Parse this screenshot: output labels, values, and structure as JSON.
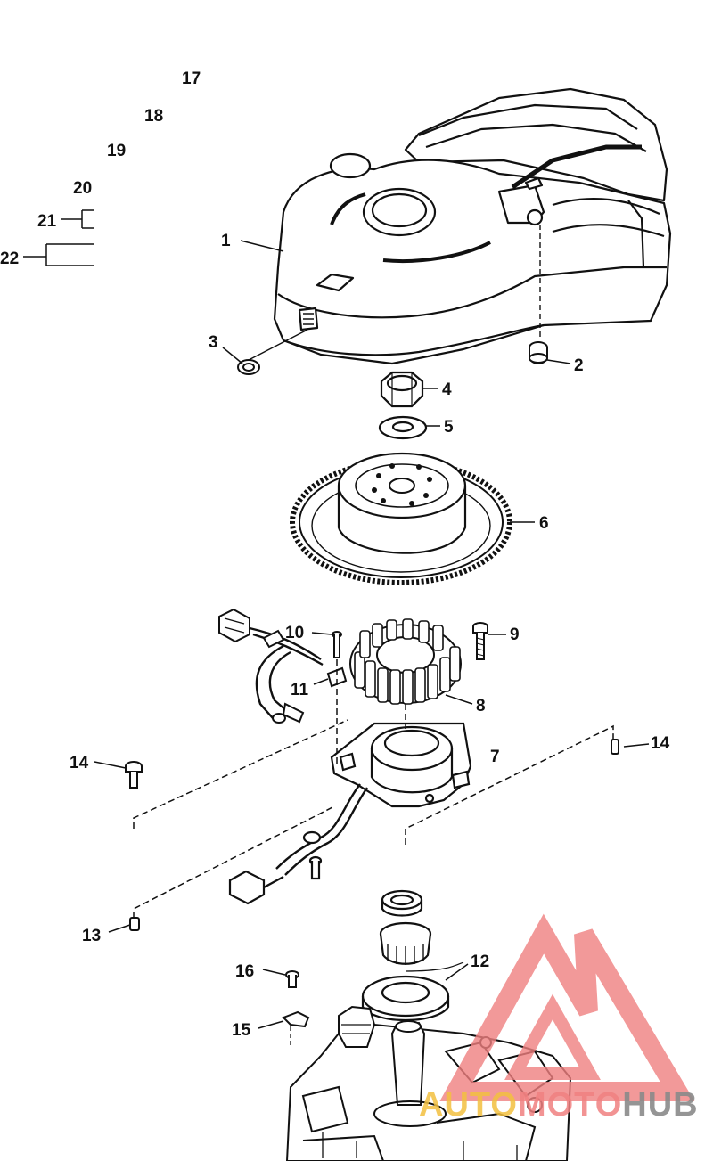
{
  "callouts": [
    {
      "id": "1",
      "label": "1"
    },
    {
      "id": "2",
      "label": "2"
    },
    {
      "id": "3",
      "label": "3"
    },
    {
      "id": "4",
      "label": "4"
    },
    {
      "id": "5",
      "label": "5"
    },
    {
      "id": "6",
      "label": "6"
    },
    {
      "id": "7",
      "label": "7"
    },
    {
      "id": "8",
      "label": "8"
    },
    {
      "id": "9",
      "label": "9"
    },
    {
      "id": "10",
      "label": "10"
    },
    {
      "id": "11",
      "label": "11"
    },
    {
      "id": "12",
      "label": "12"
    },
    {
      "id": "13",
      "label": "13"
    },
    {
      "id": "14a",
      "label": "14"
    },
    {
      "id": "14b",
      "label": "14"
    },
    {
      "id": "15",
      "label": "15"
    },
    {
      "id": "16",
      "label": "16"
    },
    {
      "id": "17",
      "label": "17"
    },
    {
      "id": "18",
      "label": "18"
    },
    {
      "id": "19",
      "label": "19"
    },
    {
      "id": "20",
      "label": "20"
    },
    {
      "id": "21",
      "label": "21"
    },
    {
      "id": "22",
      "label": "22"
    }
  ],
  "watermark": {
    "part1": "AUTO",
    "part2": "MOTO",
    "part3": "HUB",
    "color_auto": "#f2c040",
    "color_moto": "#f08080",
    "color_hub": "#8a8a8a",
    "logo_color": "#f08080"
  },
  "colors": {
    "line": "#111111",
    "paper": "#ffffff"
  }
}
